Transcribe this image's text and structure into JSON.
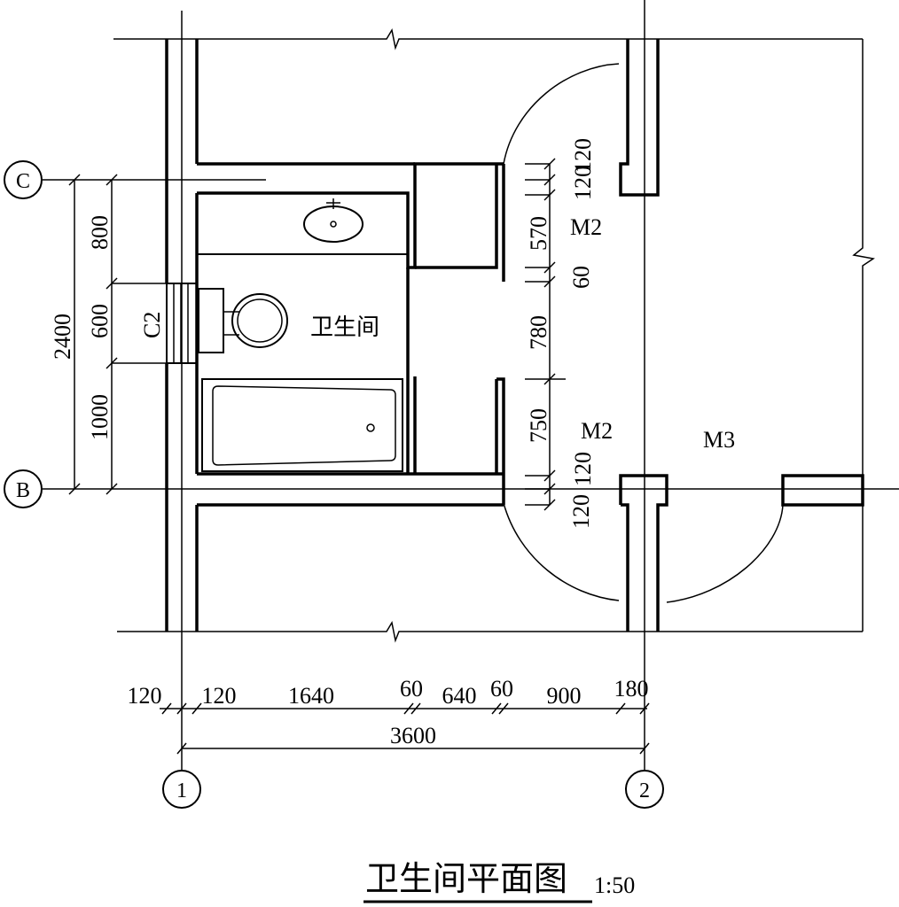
{
  "room_label": "卫生间",
  "title": "卫生间平面图",
  "scale": "1:50",
  "grid_axes": {
    "horizontal": [
      "C",
      "B"
    ],
    "vertical": [
      "1",
      "2"
    ]
  },
  "window_label": "C2",
  "door_labels": {
    "upper": "M2",
    "lower": "M2",
    "right": "M3"
  },
  "dims_bottom": [
    "120",
    "120",
    "1640",
    "60",
    "640",
    "60",
    "900",
    "180"
  ],
  "dim_total_width": "3600",
  "dims_left_inner": [
    "800",
    "600",
    "1000"
  ],
  "dim_total_height": "2400",
  "dims_vertical_center": [
    "120",
    "120",
    "570",
    "60",
    "780",
    "750",
    "120",
    "120"
  ]
}
